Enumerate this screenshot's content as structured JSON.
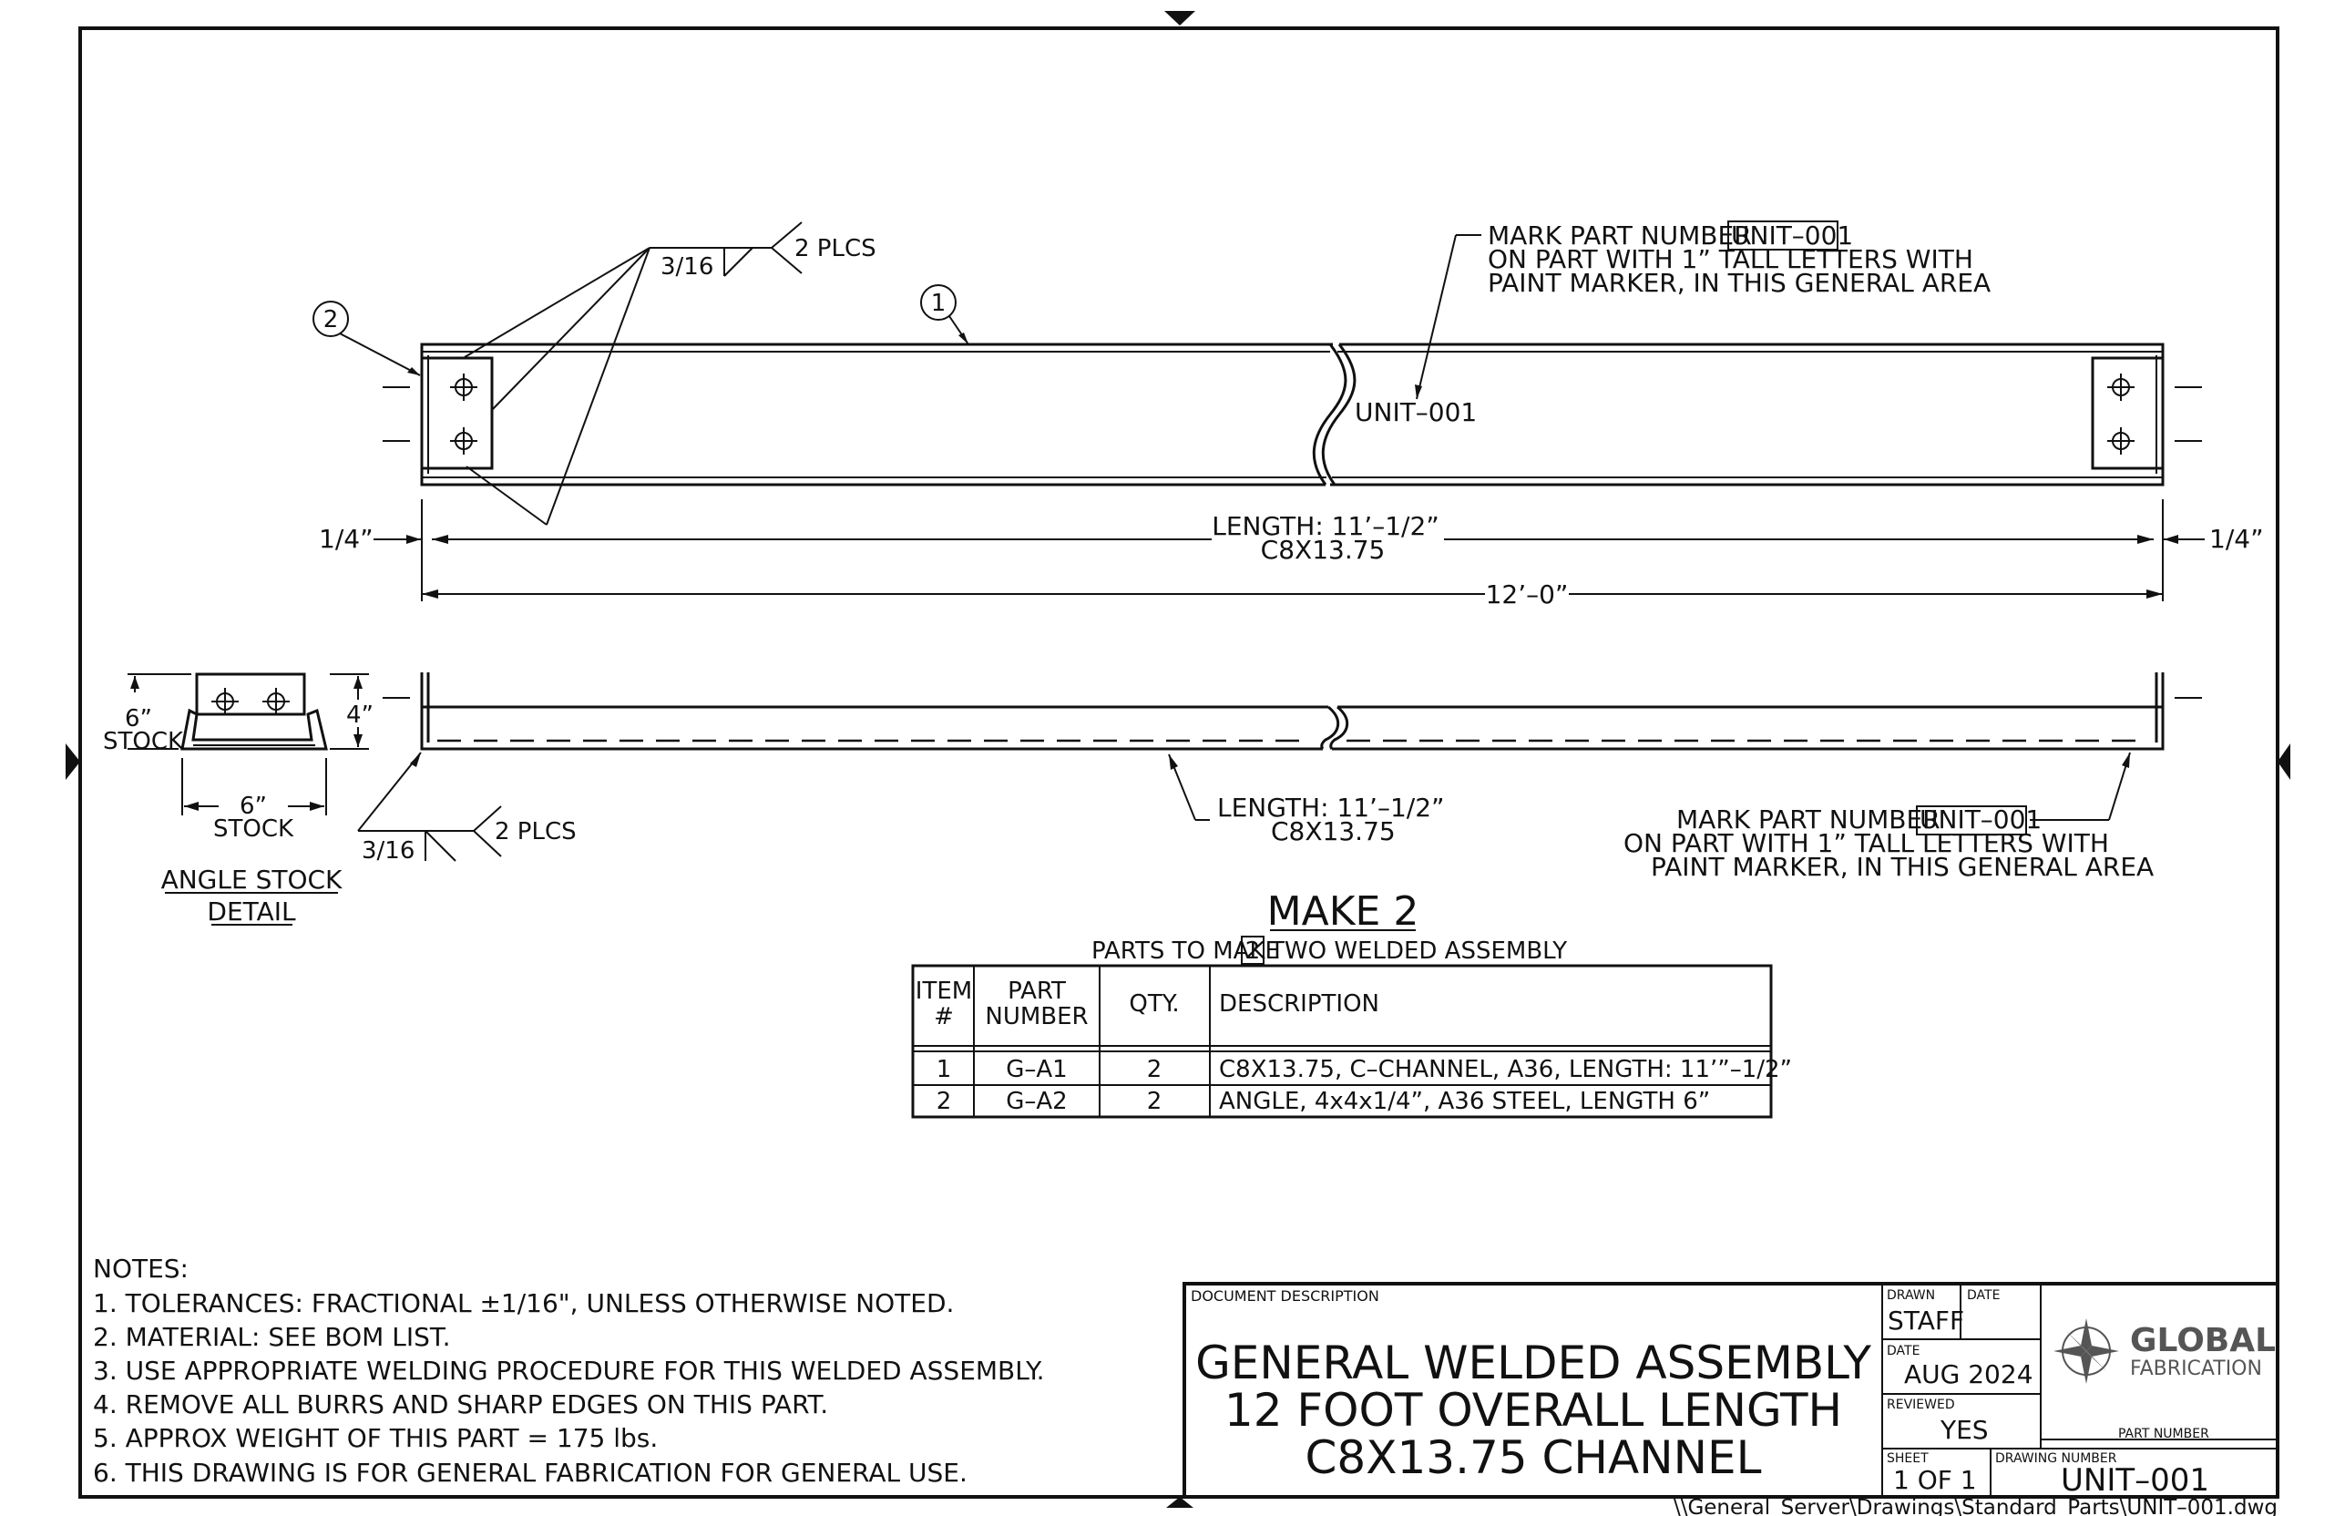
{
  "callouts": {
    "item1_balloon": "1",
    "item2_balloon": "2",
    "weld_top_size": "3/16",
    "weld_top_qty": "2 PLCS",
    "weld_bottom_size": "3/16",
    "weld_bottom_qty": "2 PLCS",
    "mark_top_line1_pre": "MARK PART NUMBER",
    "mark_top_partno": "UNIT–001",
    "mark_top_line2": "ON PART WITH 1” TALL LETTERS WITH",
    "mark_top_line3": "PAINT MARKER, IN THIS GENERAL AREA",
    "part_label": "UNIT–001",
    "mark_bottom_line1_pre": "MARK PART NUMBER",
    "mark_bottom_partno": "UNIT–001",
    "mark_bottom_line2": "ON PART WITH 1” TALL LETTERS WITH",
    "mark_bottom_line3": "PAINT MARKER, IN THIS GENERAL AREA"
  },
  "dimensions": {
    "left_offset": "1/4”",
    "right_offset": "1/4”",
    "length_top_line1": "LENGTH: 11’–1/2”",
    "length_top_line2": "C8X13.75",
    "overall": "12’–0”",
    "length_side_line1": "LENGTH: 11’–1/2”",
    "length_side_line2": "C8X13.75"
  },
  "angle_detail": {
    "height_label_1": "6”",
    "height_label_2": "STOCK",
    "leg_label": "4”",
    "width_label_1": "6”",
    "width_label_2": "STOCK",
    "title_line1": "ANGLE STOCK",
    "title_line2": "DETAIL"
  },
  "bom": {
    "make_title": "MAKE 2",
    "subtitle_pre": "PARTS TO MAKE",
    "subtitle_box": "2",
    "subtitle_post": "TWO WELDED ASSEMBLY",
    "headers": {
      "item_1": "ITEM",
      "item_2": "#",
      "part_1": "PART",
      "part_2": "NUMBER",
      "qty": "QTY.",
      "description": "DESCRIPTION"
    },
    "rows": [
      {
        "item": "1",
        "part": "G–A1",
        "qty": "2",
        "description": "C8X13.75, C–CHANNEL, A36, LENGTH: 11’”–1/2”"
      },
      {
        "item": "2",
        "part": "G–A2",
        "qty": "2",
        "description": "ANGLE, 4x4x1/4”, A36 STEEL, LENGTH 6”"
      }
    ]
  },
  "notes": {
    "heading": "NOTES:",
    "items": [
      "1.  TOLERANCES: FRACTIONAL ±1/16\", UNLESS OTHERWISE NOTED.",
      "2.  MATERIAL: SEE BOM LIST.",
      "3.  USE APPROPRIATE WELDING PROCEDURE FOR THIS WELDED ASSEMBLY.",
      "4.  REMOVE ALL BURRS AND SHARP EDGES ON THIS PART.",
      "5.  APPROX WEIGHT OF THIS PART = 175 lbs.",
      "6.  THIS DRAWING IS FOR GENERAL FABRICATION FOR GENERAL USE."
    ]
  },
  "title_block": {
    "doc_desc_label": "DOCUMENT DESCRIPTION",
    "desc_line1": "GENERAL WELDED ASSEMBLY",
    "desc_line2": "12 FOOT OVERALL LENGTH",
    "desc_line3": "C8X13.75 CHANNEL",
    "drawn_label": "DRAWN",
    "drawn_value": "STAFF",
    "date_label_top": "DATE",
    "date_label": "DATE",
    "date_value": "AUG 2024",
    "reviewed_label": "REVIEWED",
    "reviewed_value": "YES",
    "sheet_label": "SHEET",
    "sheet_value": "1 OF 1",
    "drawing_number_label": "DRAWING NUMBER",
    "drawing_number_value": "UNIT–001",
    "part_number_label": "PART NUMBER",
    "company_line1": "GLOBAL",
    "company_line2": "FABRICATION"
  },
  "file_path": "\\\\General_Server\\Drawings\\Standard_Parts\\UNIT–001.dwg"
}
